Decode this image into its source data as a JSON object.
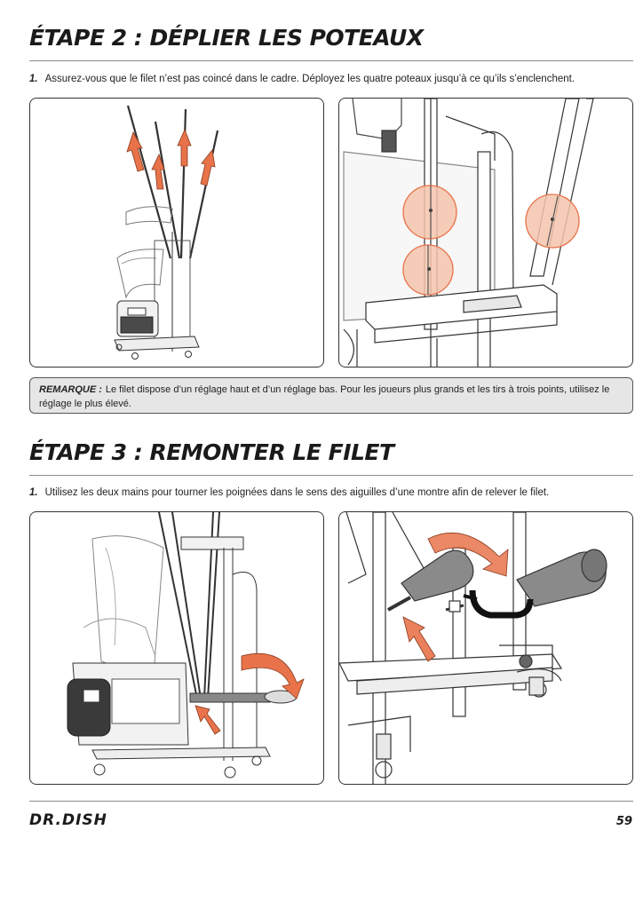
{
  "step2": {
    "title": "ÉTAPE 2 : DÉPLIER LES POTEAUX",
    "instruction_number": "1.",
    "instruction_text": "Assurez-vous que le filet n’est pas coincé dans le cadre. Déployez les quatre poteaux jusqu’à ce qu’ils s’enclenchent."
  },
  "note": {
    "label": "REMARQUE :",
    "text": "Le filet dispose d’un réglage haut et d’un réglage bas. Pour les joueurs plus grands et les tirs à trois points, utilisez le réglage le plus élevé."
  },
  "step3": {
    "title": "ÉTAPE 3 : REMONTER LE FILET",
    "instruction_number": "1.",
    "instruction_text": "Utilisez les deux mains pour tourner les poignées dans le sens des aiguilles d’une montre afin de relever le filet."
  },
  "footer": {
    "logo": "DR.DISH",
    "page_number": "59"
  },
  "colors": {
    "accent_orange": "#e8734a",
    "highlight_circle": "#f5c4ad",
    "line": "#333333"
  }
}
